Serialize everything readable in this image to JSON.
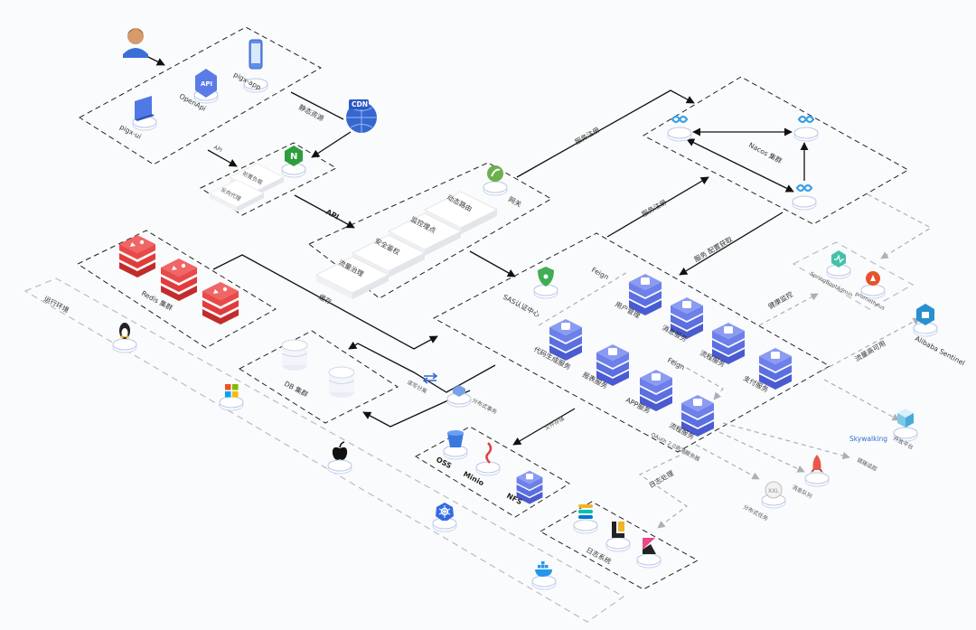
{
  "diagram": {
    "top_group": {
      "pigx_app": "pigx-app",
      "openapi": "OpenApi",
      "pigx_ui": "pigx-ui",
      "api_small": "API",
      "static_resource": "静态资源",
      "cdn": "CDN"
    },
    "nginx": {
      "load_balance": "前置负载",
      "reverse_proxy": "反向代理"
    },
    "gateway": {
      "label": "网关",
      "items": [
        "动态路由",
        "监控埋点",
        "安全鉴权",
        "流量治理"
      ],
      "api_label": "API"
    },
    "nacos": {
      "label": "Nacos 集群",
      "service_register_1": "服务注册",
      "service_register_2": "服务注册",
      "service_discovery": "服务  配置获取"
    },
    "monitor": {
      "springboot_admin": "SpringBootAdmin",
      "prometheus": "prometheus",
      "health_monitor": "健康监控"
    },
    "sentinel": {
      "label": "Alibaba Sentinel",
      "flow_label": "流量高可用"
    },
    "services": {
      "auth_center": "SAS认证中心",
      "feign_1": "Feign",
      "feign_2": "Feign",
      "user": "用户管理",
      "message": "消息服务",
      "workflow": "流程服务",
      "pay": "支付服务",
      "codegen": "代码生成服务",
      "report": "报表服务",
      "app": "APP服务",
      "flow": "流程服务",
      "oauth_note": "OAuth 2.0资源服务器"
    },
    "redis": {
      "label": "Redis 集群",
      "cache": "缓存"
    },
    "db": {
      "label": "DB 集群",
      "rw_split": "读写分离",
      "distributed_tx": "分布式事务"
    },
    "storage": {
      "oss": "OSS",
      "minio": "Minio",
      "nfs": "NFS",
      "file_storage": "文件存储"
    },
    "log": {
      "label": "日志系统",
      "log_process": "日志处理"
    },
    "runtime": {
      "label": "运行环境"
    },
    "infra": {
      "skywalking": "Skywalking",
      "trace": "链路追踪",
      "open_platform": "开放平台",
      "mq": "消息队列",
      "xxl": "XXL",
      "scheduler": "分布式任务"
    },
    "colors": {
      "redis_red": "#e23b3b",
      "service_blue": "#5b6fe0",
      "nginx_green": "#2e9d3e",
      "spring_green": "#6ab04c",
      "nacos_blue": "#3aa0e8",
      "dashed_gray": "#aab0b6"
    },
    "icons": [
      "user-avatar-icon",
      "phone-icon",
      "openapi-icon",
      "monitor-icon",
      "cdn-globe-icon",
      "nginx-icon",
      "spring-gateway-icon",
      "nacos-icon",
      "shield-icon",
      "redis-icon",
      "database-icon",
      "service-cube-icon",
      "linux-icon",
      "windows-icon",
      "apple-icon",
      "kubernetes-icon",
      "docker-icon",
      "bucket-icon",
      "minio-icon",
      "nfs-icon",
      "elastic-icon",
      "logstash-icon",
      "kibana-icon",
      "sentinel-icon",
      "cube-icon",
      "rocketmq-icon"
    ]
  }
}
